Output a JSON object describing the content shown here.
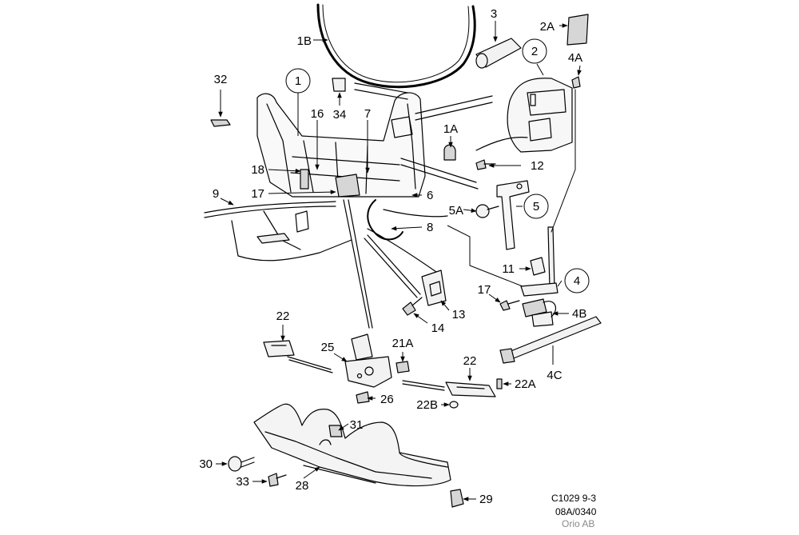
{
  "diagram": {
    "callouts": [
      {
        "id": "c1B",
        "text": "1B"
      },
      {
        "id": "c3",
        "text": "3"
      },
      {
        "id": "c2A",
        "text": "2A"
      },
      {
        "id": "c2",
        "text": "2"
      },
      {
        "id": "c4A",
        "text": "4A"
      },
      {
        "id": "c32",
        "text": "32"
      },
      {
        "id": "c1",
        "text": "1"
      },
      {
        "id": "c34",
        "text": "34"
      },
      {
        "id": "c16",
        "text": "16"
      },
      {
        "id": "c7",
        "text": "7"
      },
      {
        "id": "c1A",
        "text": "1A"
      },
      {
        "id": "c12",
        "text": "12"
      },
      {
        "id": "c18",
        "text": "18"
      },
      {
        "id": "c9",
        "text": "9"
      },
      {
        "id": "c17a",
        "text": "17"
      },
      {
        "id": "c6",
        "text": "6"
      },
      {
        "id": "c5A",
        "text": "5A"
      },
      {
        "id": "c5",
        "text": "5"
      },
      {
        "id": "c8",
        "text": "8"
      },
      {
        "id": "c11",
        "text": "11"
      },
      {
        "id": "c4",
        "text": "4"
      },
      {
        "id": "c17b",
        "text": "17"
      },
      {
        "id": "c13",
        "text": "13"
      },
      {
        "id": "c4B",
        "text": "4B"
      },
      {
        "id": "c14",
        "text": "14"
      },
      {
        "id": "c22a",
        "text": "22"
      },
      {
        "id": "c25",
        "text": "25"
      },
      {
        "id": "c21A",
        "text": "21A"
      },
      {
        "id": "c22b",
        "text": "22"
      },
      {
        "id": "c4C",
        "text": "4C"
      },
      {
        "id": "c22A",
        "text": "22A"
      },
      {
        "id": "c26",
        "text": "26"
      },
      {
        "id": "c22B",
        "text": "22B"
      },
      {
        "id": "c31",
        "text": "31"
      },
      {
        "id": "c30",
        "text": "30"
      },
      {
        "id": "c33",
        "text": "33"
      },
      {
        "id": "c28",
        "text": "28"
      },
      {
        "id": "c29",
        "text": "29"
      }
    ],
    "footer": {
      "line1": "C1029 9-3",
      "line2": "08A/0340",
      "line3": "Orio AB"
    },
    "colors": {
      "ink": "#000000",
      "part_fill": "#f2f2f2",
      "shade": "#d6d6d6",
      "footer_grey": "#8a8a8a"
    }
  }
}
